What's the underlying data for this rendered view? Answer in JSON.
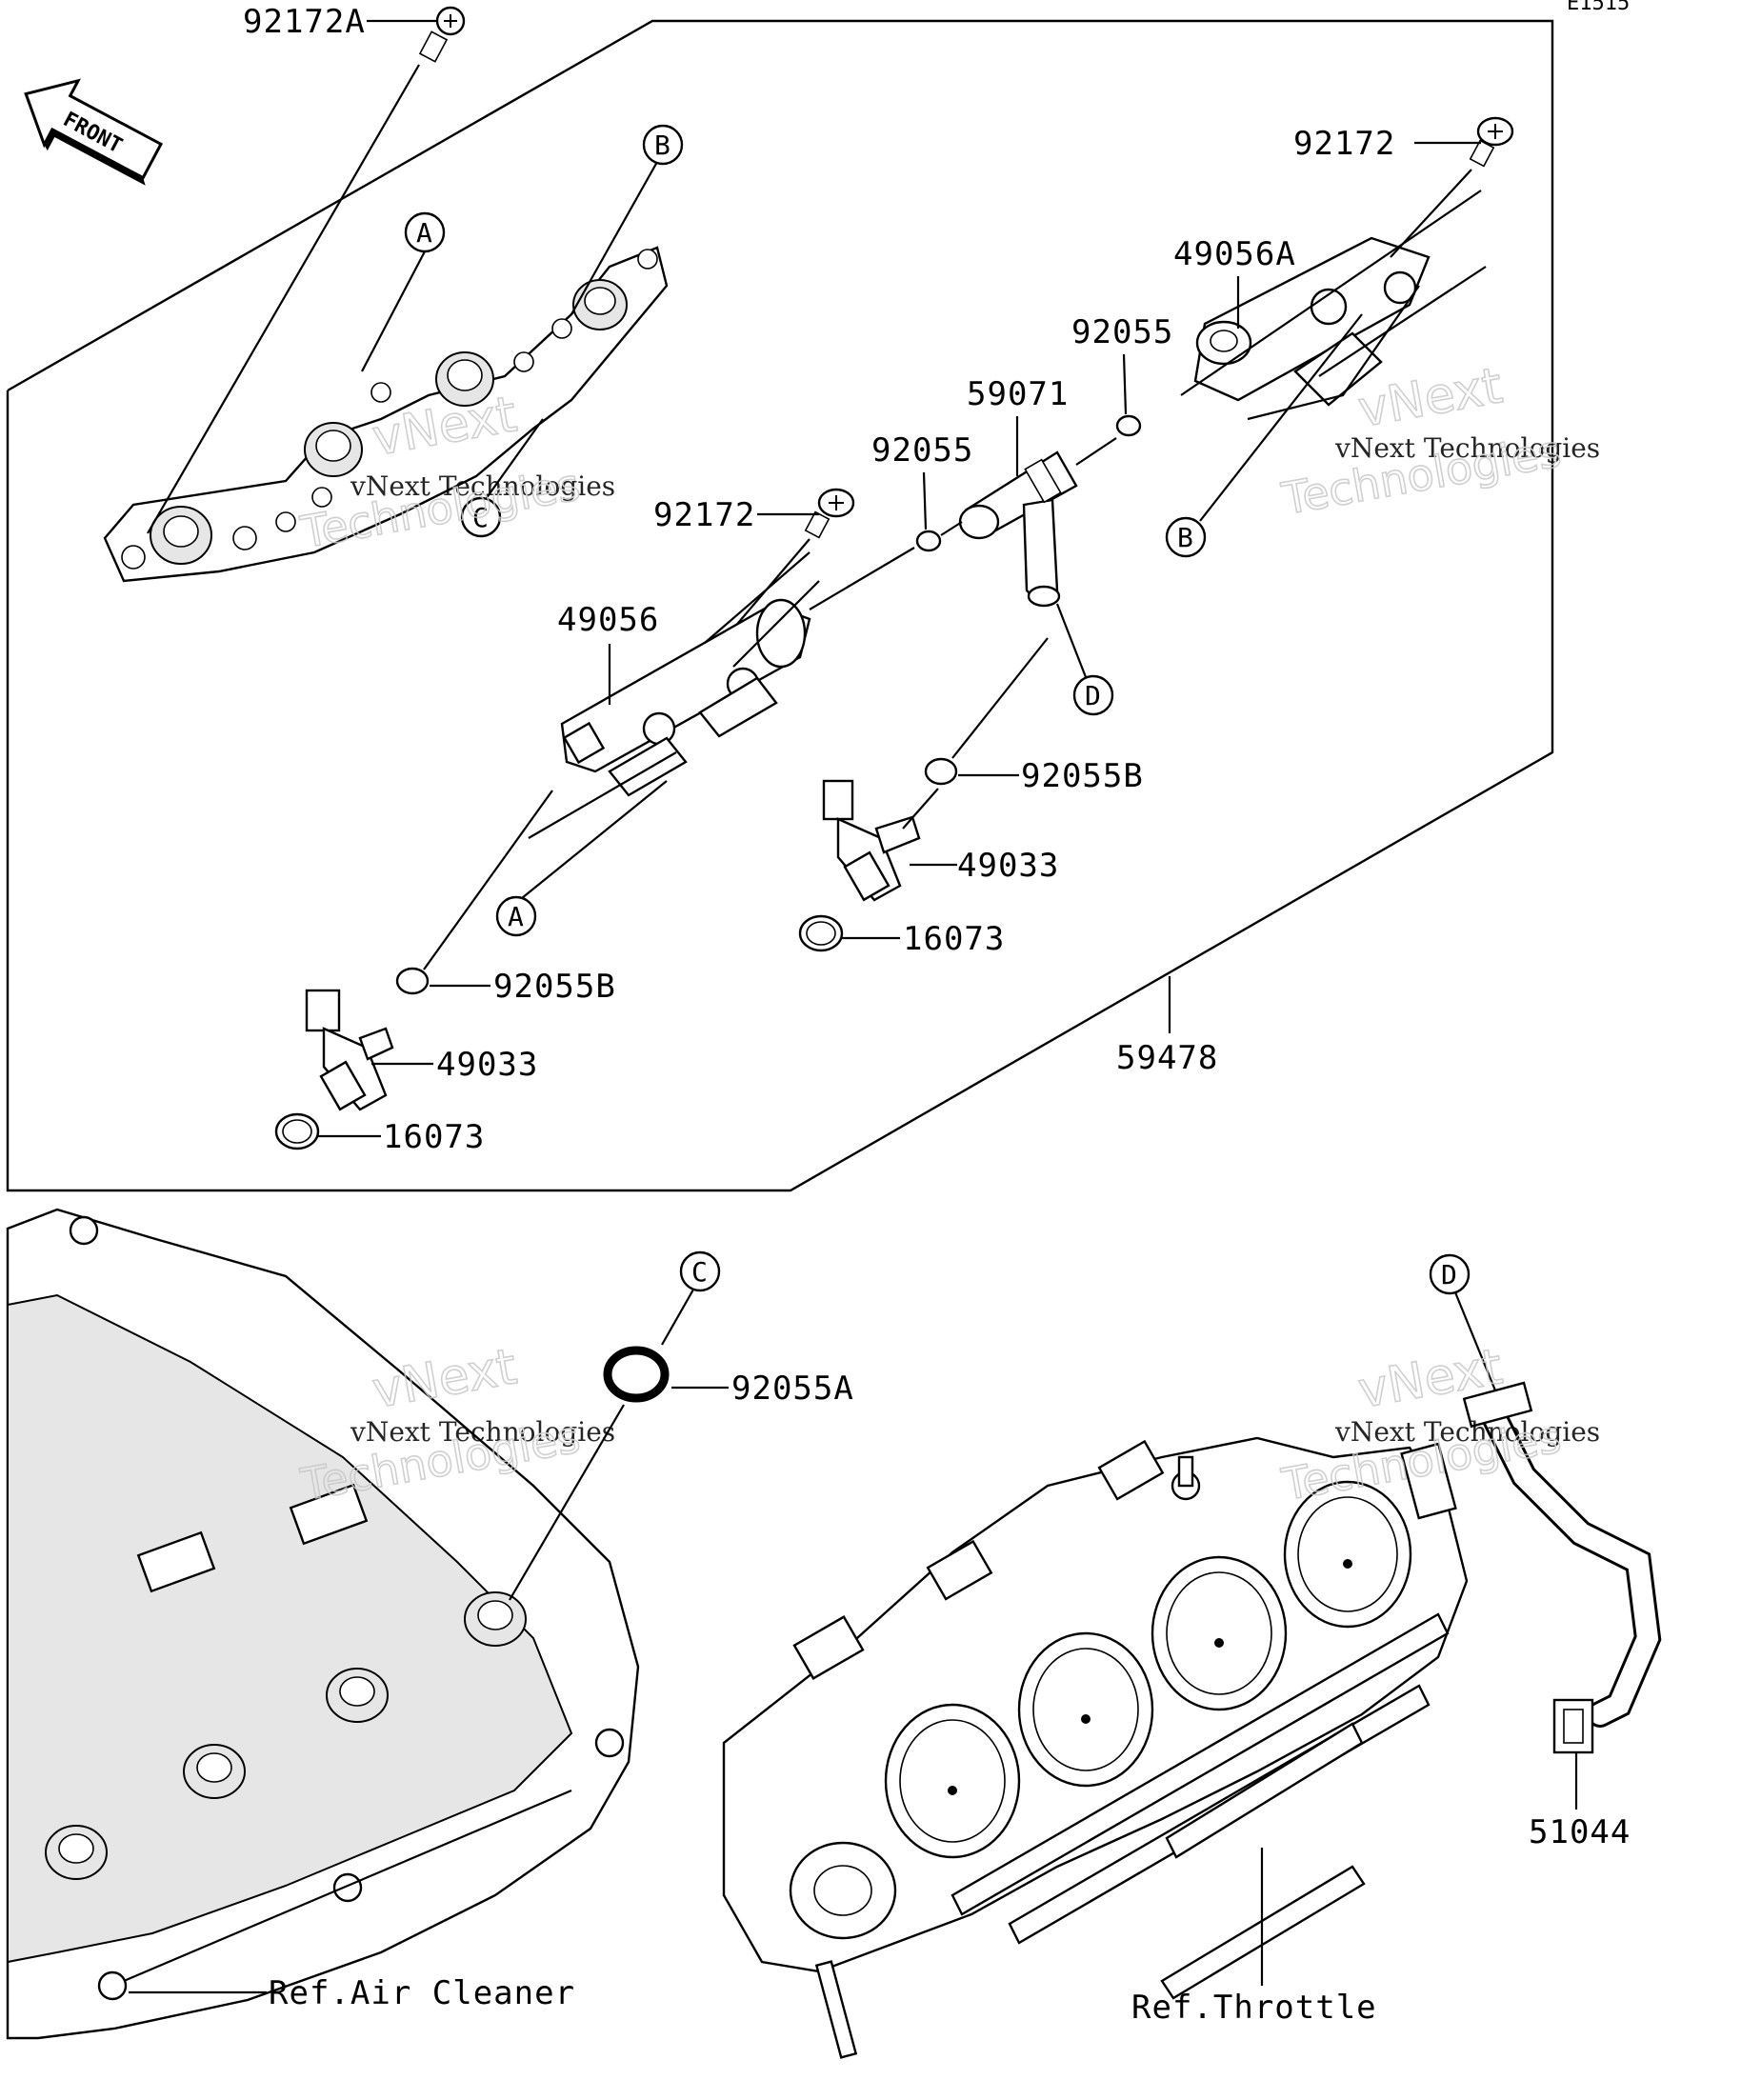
{
  "diagram_code": "E1515",
  "orientation": {
    "label": "FRONT"
  },
  "parts": [
    {
      "id": "p-92172A",
      "number": "92172A"
    },
    {
      "id": "p-92172-right",
      "number": "92172"
    },
    {
      "id": "p-92172-mid",
      "number": "92172"
    },
    {
      "id": "p-49056A",
      "number": "49056A"
    },
    {
      "id": "p-92055-right",
      "number": "92055"
    },
    {
      "id": "p-59071",
      "number": "59071"
    },
    {
      "id": "p-92055-mid",
      "number": "92055"
    },
    {
      "id": "p-49056",
      "number": "49056"
    },
    {
      "id": "p-92055B-right",
      "number": "92055B"
    },
    {
      "id": "p-49033-right",
      "number": "49033"
    },
    {
      "id": "p-16073-right",
      "number": "16073"
    },
    {
      "id": "p-92055B-left",
      "number": "92055B"
    },
    {
      "id": "p-49033-left",
      "number": "49033"
    },
    {
      "id": "p-16073-left",
      "number": "16073"
    },
    {
      "id": "p-59478",
      "number": "59478"
    },
    {
      "id": "p-92055A",
      "number": "92055A"
    },
    {
      "id": "p-51044",
      "number": "51044"
    }
  ],
  "callouts": {
    "a1": "A",
    "a2": "A",
    "b1": "B",
    "b2": "B",
    "c1": "C",
    "c2": "C",
    "d1": "D",
    "d2": "D"
  },
  "references": {
    "air_cleaner": "Ref.Air Cleaner",
    "throttle": "Ref.Throttle"
  },
  "watermarks": [
    {
      "line1": "vNext Technologies",
      "line2": "vNext",
      "line3": "Technologies"
    },
    {
      "line1": "vNext Technologies",
      "line2": "vNext",
      "line3": "Technologies"
    },
    {
      "line1": "vNext Technologies",
      "line2": "vNext",
      "line3": "Technologies"
    },
    {
      "line1": "vNext Technologies",
      "line2": "vNext",
      "line3": "Technologies"
    }
  ]
}
